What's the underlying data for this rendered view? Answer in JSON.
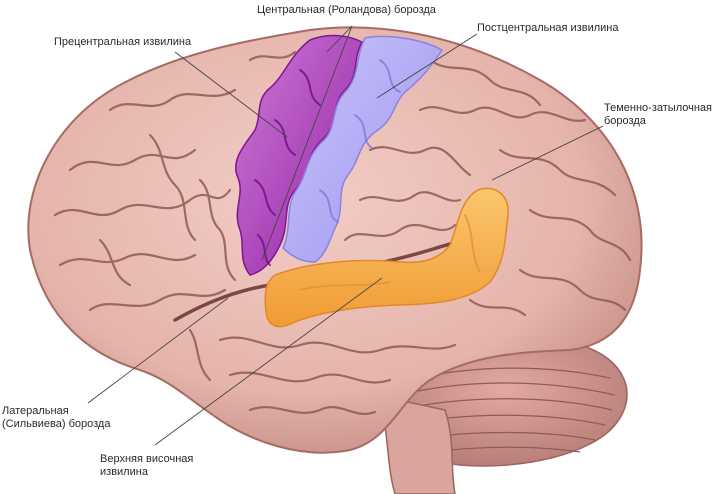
{
  "labels": {
    "central_sulcus": "Центральная (Роландова) борозда",
    "precentral_gyrus": "Прецентральная извилина",
    "postcentral_gyrus": "Постцентральная извилина",
    "parieto_occipital": [
      "Теменно-затылочная",
      "борозда"
    ],
    "lateral_sulcus": [
      "Латеральная",
      "(Сильвиева) борозда"
    ],
    "superior_temporal": [
      "Верхняя височная",
      "извилина"
    ]
  },
  "colors": {
    "brain": "#e5b4ab",
    "brain_shadow": "#b57f77",
    "sulcus": "#8e5b55",
    "precentral": "#a233b8",
    "postcentral": "#b3acf6",
    "temporal": "#f7b14e",
    "leader_line": "#444444"
  }
}
